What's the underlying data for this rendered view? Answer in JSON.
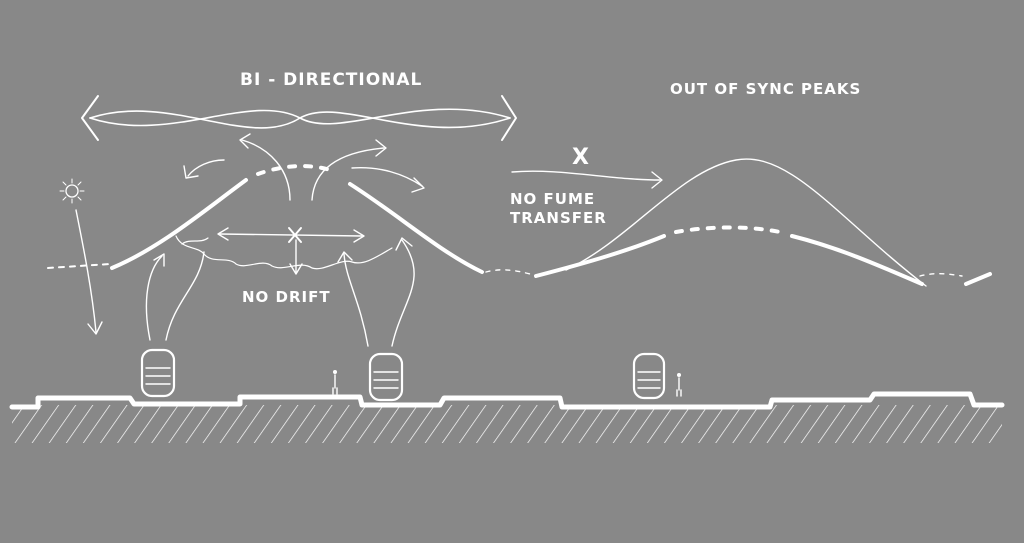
{
  "labels": {
    "bi_directional": "BI - DIRECTIONAL",
    "out_of_sync_peaks": "OUT OF SYNC PEAKS",
    "no_fume_line1": "NO FUME",
    "no_fume_line2": "TRANSFER",
    "no_drift": "NO DRIFT",
    "cross_mark": "X"
  },
  "colors": {
    "background": "#888888",
    "ink": "#ffffff"
  },
  "icons": [
    "sun-icon",
    "train-icon",
    "person-icon",
    "cross-icon",
    "arrow-icon"
  ]
}
